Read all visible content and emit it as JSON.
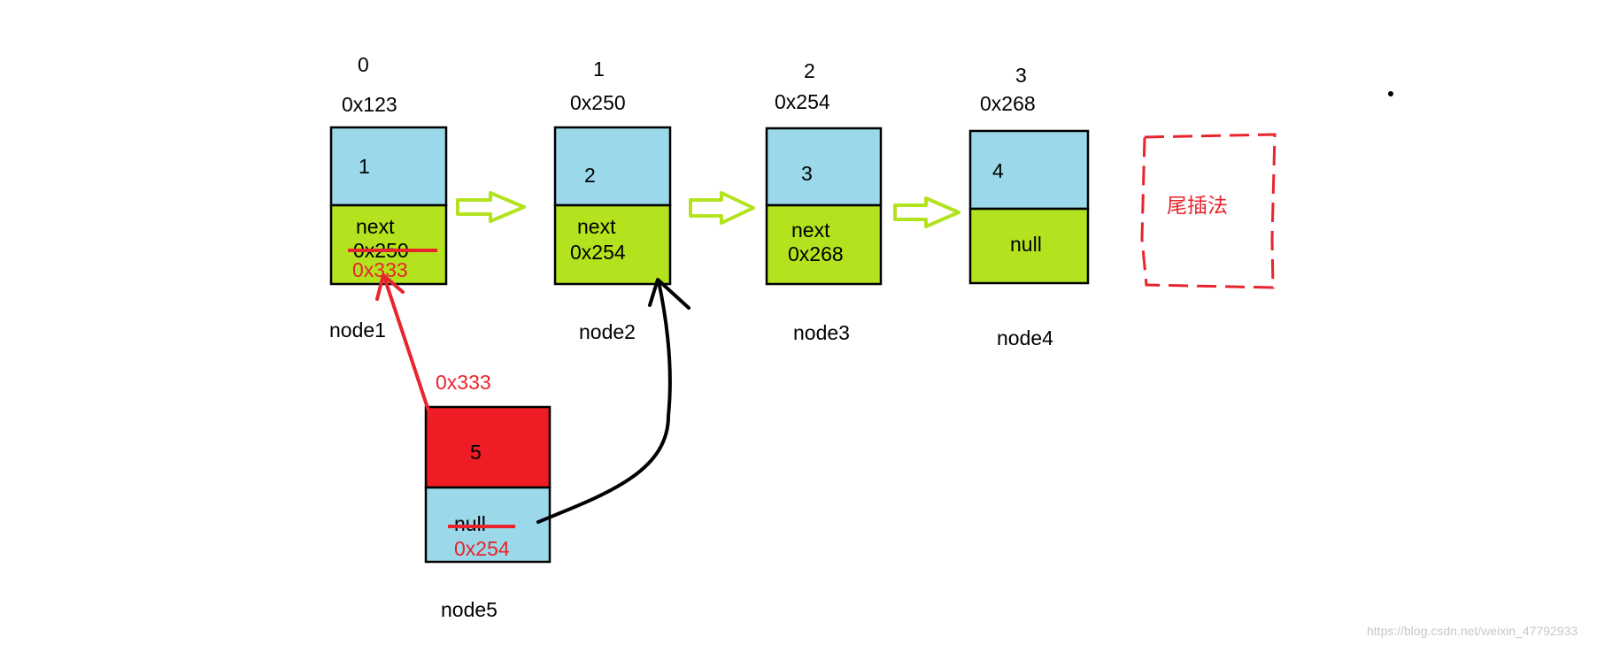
{
  "colors": {
    "value_fill": "#9ad8ea",
    "next_fill": "#b3e31e",
    "new_node_fill": "#ee1c24",
    "new_node_next_fill": "#9ad8ea",
    "arrow_fill": "#b3e31e",
    "red": "#e8242c",
    "black": "#000000"
  },
  "nodes": [
    {
      "index": "0",
      "address": "0x123",
      "value": "1",
      "next_label": "next",
      "next_value": "0x250",
      "name": "node1"
    },
    {
      "index": "1",
      "address": "0x250",
      "value": "2",
      "next_label": "next",
      "next_value": "0x254",
      "name": "node2"
    },
    {
      "index": "2",
      "address": "0x254",
      "value": "3",
      "next_label": "next",
      "next_value": "0x268",
      "name": "node3"
    },
    {
      "index": "3",
      "address": "0x268",
      "value": "4",
      "next_value": "null",
      "name": "node4"
    }
  ],
  "new_node": {
    "address": "0x333",
    "value": "5",
    "old_next": "null",
    "new_next": "0x254",
    "name": "node5"
  },
  "node1_new_next": "0x333",
  "method_label": "尾插法",
  "watermark": "https://blog.csdn.net/weixin_47792933"
}
